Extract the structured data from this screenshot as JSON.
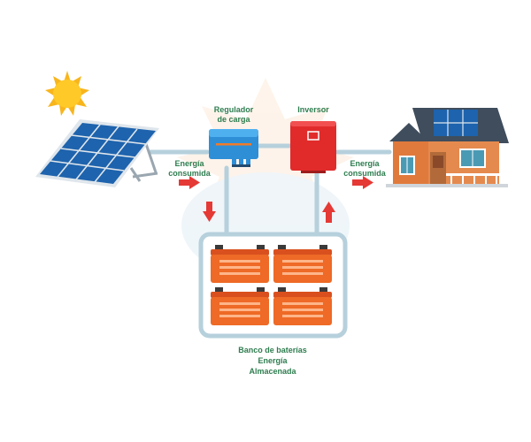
{
  "labels": {
    "regulador": [
      "Regulador",
      "de carga"
    ],
    "inversor": "Inversor",
    "energia_left": [
      "Energía",
      "consumida"
    ],
    "energia_right": [
      "Energía",
      "consumida"
    ],
    "banco": [
      "Banco de baterías",
      "Energía",
      "Almacenada"
    ]
  },
  "colors": {
    "label_green": "#2e7d4f",
    "wire": "#b6d0dc",
    "arrow": "#e53935",
    "panel": "#1e63ad",
    "battery": "#ee6a26",
    "regulator": "#2e8fd6",
    "inverter": "#e12b2b",
    "sun": "#f8b51c",
    "house_wall": "#e07a3c",
    "roof": "#3f4d5c"
  }
}
